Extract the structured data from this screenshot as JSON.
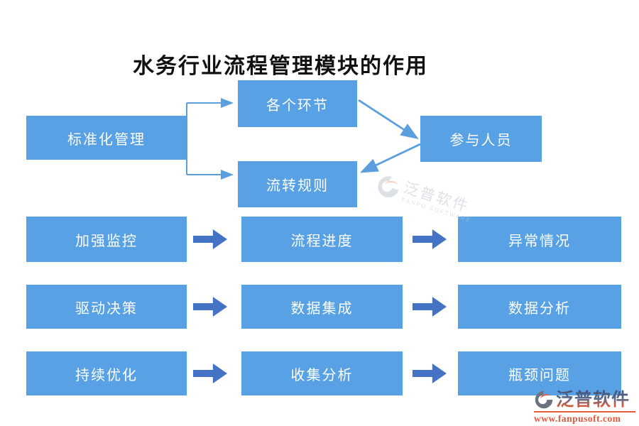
{
  "title": "水务行业流程管理模块的作用",
  "colors": {
    "box": "#58A1E4",
    "block_arrow": "#4472C4",
    "connector": "#5B9FDE",
    "footer_orange": "#E4593A",
    "footer_navy": "#4E5F82",
    "watermark_grey": "#C4C9D2"
  },
  "top_flow": {
    "source": "标准化管理",
    "branch_top": "各个环节",
    "branch_bottom": "流转规则",
    "target": "参与人员"
  },
  "rows": [
    {
      "cells": [
        "加强监控",
        "流程进度",
        "异常情况"
      ]
    },
    {
      "cells": [
        "驱动决策",
        "数据集成",
        "数据分析"
      ]
    },
    {
      "cells": [
        "持续优化",
        "收集分析",
        "瓶颈问题"
      ]
    }
  ],
  "watermark": {
    "name": "泛普软件",
    "subtitle": "FANPU SOFTWARE"
  },
  "footer": {
    "brand": "泛普软件",
    "website": "www.fanpusoft.com"
  }
}
